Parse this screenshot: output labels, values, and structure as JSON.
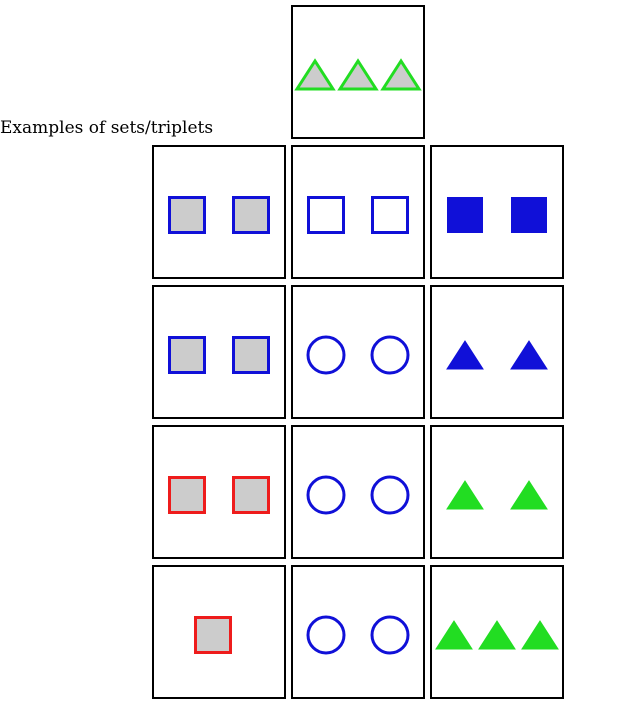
{
  "caption": "Examples of sets/triplets",
  "colors": {
    "red": "#ee1c1c",
    "blue": "#1010d8",
    "green": "#22dd22",
    "grey": "#cccccc"
  },
  "top_card": {
    "count": 3,
    "shape": "triangle",
    "color": "green",
    "shading": "grey"
  },
  "rows": [
    [
      {
        "count": 2,
        "shape": "square",
        "color": "blue",
        "shading": "grey"
      },
      {
        "count": 2,
        "shape": "square",
        "color": "blue",
        "shading": "empty"
      },
      {
        "count": 2,
        "shape": "square",
        "color": "blue",
        "shading": "solid"
      }
    ],
    [
      {
        "count": 2,
        "shape": "square",
        "color": "blue",
        "shading": "grey"
      },
      {
        "count": 2,
        "shape": "circle",
        "color": "blue",
        "shading": "empty"
      },
      {
        "count": 2,
        "shape": "triangle",
        "color": "blue",
        "shading": "solid"
      }
    ],
    [
      {
        "count": 2,
        "shape": "square",
        "color": "red",
        "shading": "grey"
      },
      {
        "count": 2,
        "shape": "circle",
        "color": "blue",
        "shading": "empty"
      },
      {
        "count": 2,
        "shape": "triangle",
        "color": "green",
        "shading": "solid"
      }
    ],
    [
      {
        "count": 1,
        "shape": "square",
        "color": "red",
        "shading": "grey"
      },
      {
        "count": 2,
        "shape": "circle",
        "color": "blue",
        "shading": "empty"
      },
      {
        "count": 3,
        "shape": "triangle",
        "color": "green",
        "shading": "solid"
      }
    ]
  ]
}
